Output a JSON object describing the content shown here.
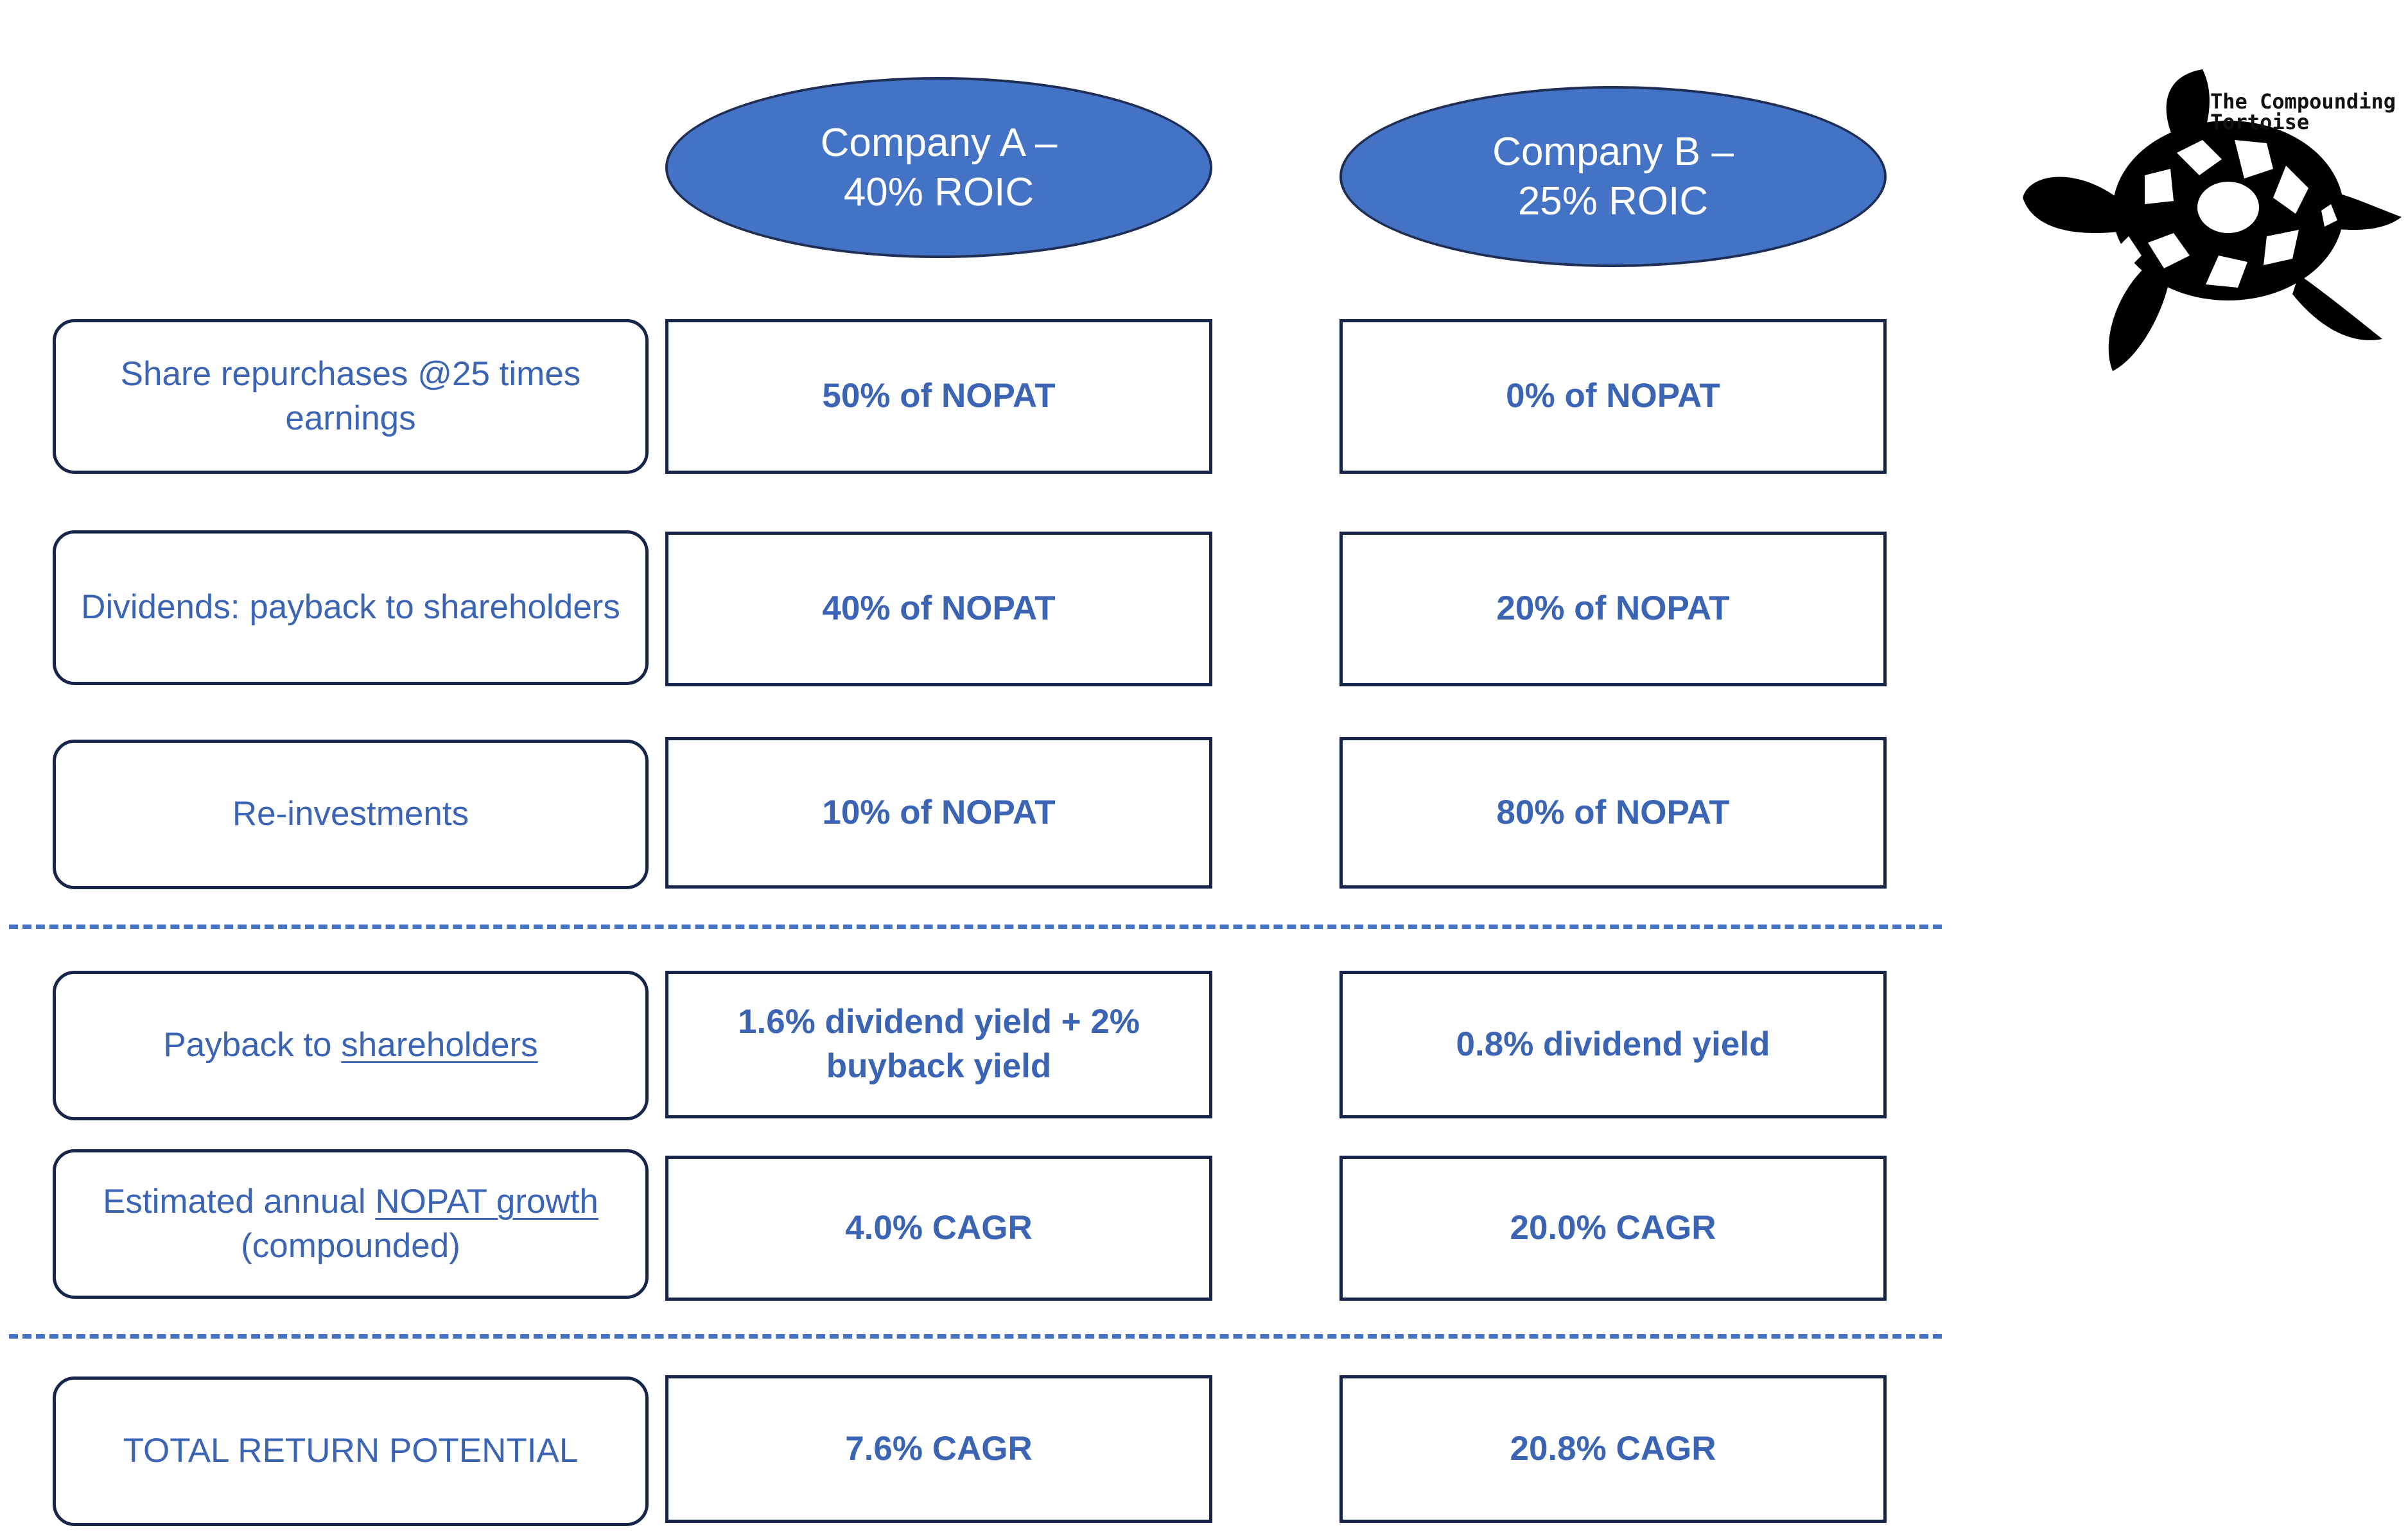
{
  "headers": {
    "company_a": {
      "line1": "Company A –",
      "line2": "40% ROIC"
    },
    "company_b": {
      "line1": "Company B –",
      "line2": "25% ROIC"
    }
  },
  "logo": {
    "line1": "The Compounding",
    "line2": "Tortoise"
  },
  "rows": [
    {
      "label": "Share repurchases @25 times earnings",
      "a": "50% of NOPAT",
      "b": "0% of NOPAT"
    },
    {
      "label": "Dividends: payback to shareholders",
      "a": "40% of NOPAT",
      "b": "20% of NOPAT"
    },
    {
      "label": "Re-investments",
      "a": "10% of NOPAT",
      "b": "80% of NOPAT"
    },
    {
      "label_prefix": "Payback to ",
      "label_link": "shareholders",
      "a": "1.6% dividend yield + 2% buyback yield",
      "b": "0.8% dividend yield"
    },
    {
      "label_prefix": "Estimated annual ",
      "label_link": "NOPAT growth",
      "label_suffix": "(compounded)",
      "a": "4.0% CAGR",
      "b": "20.0% CAGR"
    },
    {
      "label": "TOTAL RETURN POTENTIAL",
      "a": "7.6% CAGR",
      "b": "20.8% CAGR"
    }
  ],
  "colors": {
    "accent": "#4472c4",
    "text": "#3b64b5",
    "border": "#17254a"
  }
}
